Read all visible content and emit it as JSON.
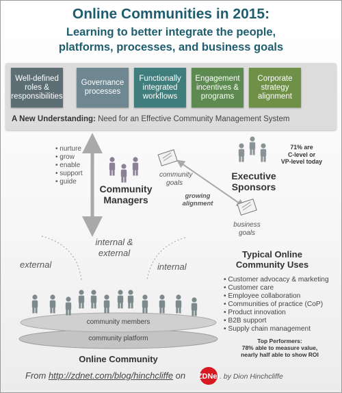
{
  "header": {
    "title": "Online Communities in 2015:",
    "subtitle_line1": "Learning to better integrate the people,",
    "subtitle_line2": "platforms, processes, and business goals"
  },
  "boxes": [
    {
      "line1": "Well-defined",
      "line2": "roles &",
      "line3": "responsibilities",
      "color": "#5e6e75"
    },
    {
      "line1": "Governance",
      "line2": "processes",
      "line3": "",
      "color": "#6f8790"
    },
    {
      "line1": "Functionally",
      "line2": "integrated",
      "line3": "workflows",
      "color": "#3f7e7c"
    },
    {
      "line1": "Engagement",
      "line2": "incentives &",
      "line3": "programs",
      "color": "#5d8a50"
    },
    {
      "line1": "Corporate",
      "line2": "strategy",
      "line3": "alignment",
      "color": "#6f9047"
    }
  ],
  "understanding": {
    "label": "A New Understanding:",
    "text": " Need for an Effective Community Management System"
  },
  "manager_tasks": [
    "nurture",
    "grow",
    "enable",
    "support",
    "guide"
  ],
  "community_managers": {
    "line1": "Community",
    "line2": "Managers"
  },
  "community_goals": {
    "line1": "community",
    "line2": "goals"
  },
  "growing_alignment": {
    "line1": "growing",
    "line2": "alignment"
  },
  "business_goals": {
    "line1": "business",
    "line2": "goals"
  },
  "executive_sponsors": {
    "line1": "Executive",
    "line2": "Sponsors"
  },
  "exec_stat": {
    "line1": "71% are",
    "line2": "C-level or",
    "line3": "VP-level today"
  },
  "internal_external": {
    "line1": "internal &",
    "line2": "external"
  },
  "external": "external",
  "internal": "internal",
  "community_members": "community members",
  "community_platform": "community platform",
  "online_community": "Online Community",
  "uses": {
    "title_line1": "Typical Online",
    "title_line2": "Community Uses",
    "items": [
      "Customer advocacy & marketing",
      "Customer care",
      "Employee collaboration",
      "Communities of practice (CoP)",
      "Product innovation",
      "B2B support",
      "Supply chain management"
    ]
  },
  "top_performers": {
    "line1": "Top Performers:",
    "line2": "78% able to measure value,",
    "line3": "nearly half able to show ROI"
  },
  "footer": {
    "from": "From ",
    "url": "http://zdnet.com/blog/hinchcliffe",
    "on": " on",
    "logo_text": "ZDNet",
    "by": ". by Dion Hinchcliffe"
  },
  "colors": {
    "title": "#1e5d6e",
    "people": "#7d8a8c",
    "exec_people": "#8a9496",
    "manager_people": "#8c8098",
    "arrow": "#a9a9a9",
    "logo_red": "#d71920"
  }
}
